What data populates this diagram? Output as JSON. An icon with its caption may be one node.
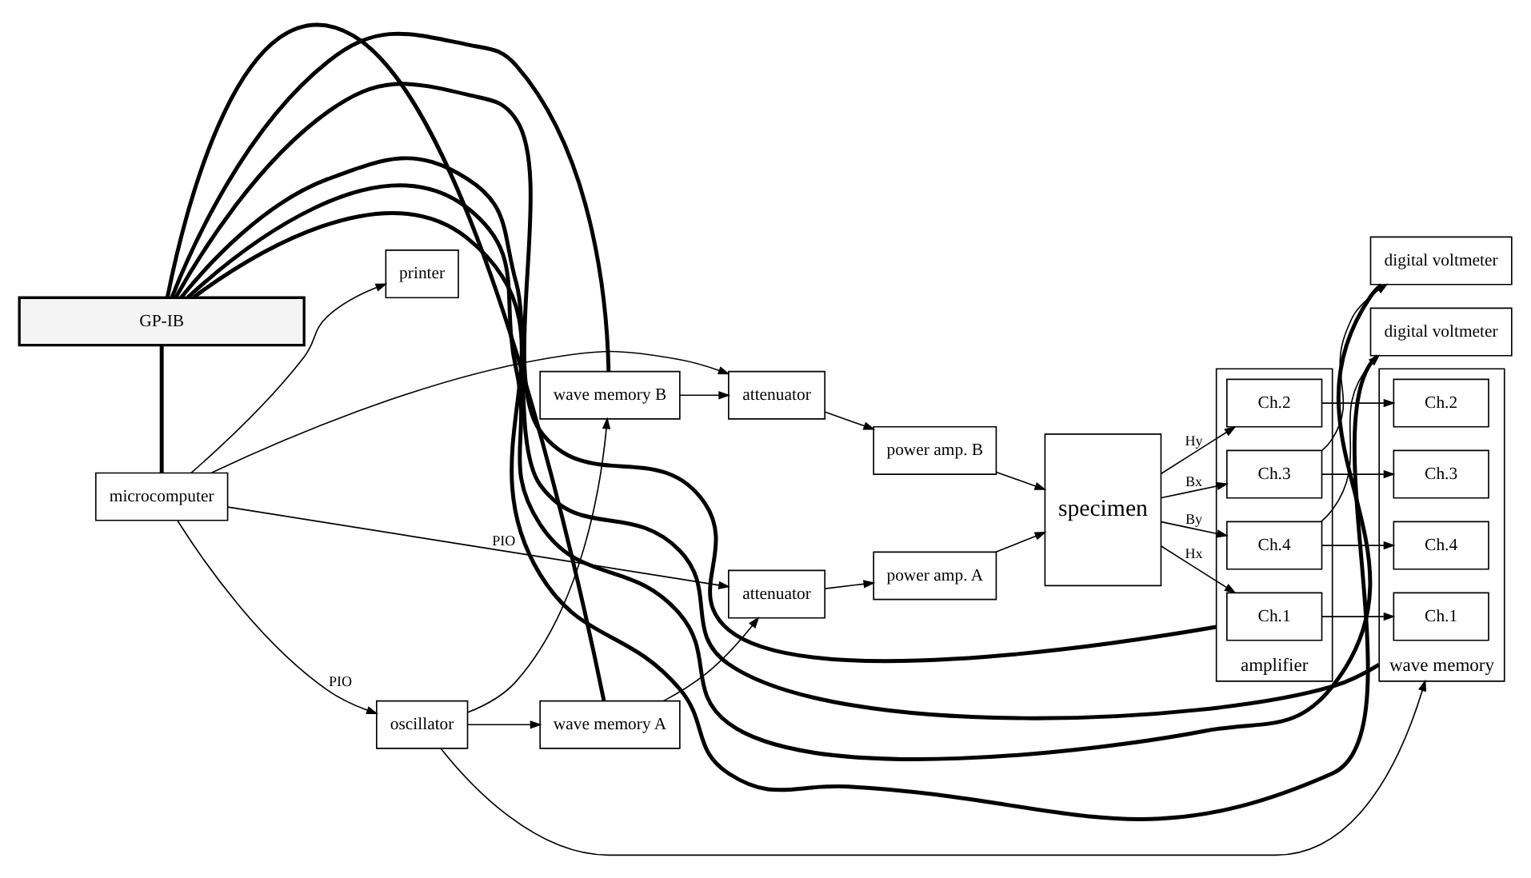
{
  "diagram": {
    "nodes": [
      {
        "text": [
          "wave memory A"
        ]
      },
      {
        "text": [
          "wave memory B"
        ]
      },
      {
        "text": [
          "attenuator"
        ]
      },
      {
        "text": [
          "attenuator"
        ]
      },
      {
        "text": [
          "power amp. A"
        ]
      },
      {
        "text": [
          "power amp. B"
        ]
      },
      {
        "text": [
          "specimen"
        ]
      },
      {
        "text": [
          "amplifier"
        ]
      },
      {
        "text": [
          "Ch.1"
        ],
        "in": 7
      },
      {
        "text": [
          "Ch.2"
        ],
        "in": 7
      },
      {
        "text": [
          "Ch.3"
        ],
        "in": 7
      },
      {
        "text": [
          "Ch.4"
        ],
        "in": 7
      },
      {
        "text": [
          "wave memory"
        ]
      },
      {
        "text": [
          "Ch.1"
        ],
        "in": 12
      },
      {
        "text": [
          "Ch.2"
        ],
        "in": 12
      },
      {
        "text": [
          "Ch.3"
        ],
        "in": 12
      },
      {
        "text": [
          "Ch.4"
        ],
        "in": 12
      },
      {
        "text": [
          "digital voltmeter"
        ]
      },
      {
        "text": [
          "digital voltmeter"
        ]
      },
      {
        "text": [
          "GP-IB"
        ]
      },
      {
        "text": [
          "microcomputer"
        ]
      },
      {
        "text": [
          "printer"
        ]
      },
      {
        "text": [
          "oscillator"
        ]
      }
    ],
    "edges": [
      {
        "from": 0,
        "to": 2,
        "arrow": "to"
      },
      {
        "from": 1,
        "to": 3,
        "arrow": "to"
      },
      {
        "from": 2,
        "to": 4,
        "arrow": "to"
      },
      {
        "from": 3,
        "to": 5,
        "arrow": "to"
      },
      {
        "from": 4,
        "to": 6,
        "arrow": "to"
      },
      {
        "from": 5,
        "to": 6,
        "arrow": "to"
      },
      {
        "from": 6,
        "to": 8,
        "arrow": "to",
        "label": "Hx"
      },
      {
        "from": 6,
        "to": 9,
        "arrow": "to",
        "label": "Hy"
      },
      {
        "from": 6,
        "to": 10,
        "arrow": "to",
        "label": "Bx"
      },
      {
        "from": 6,
        "to": 11,
        "arrow": "to",
        "label": "By"
      },
      {
        "from": 8,
        "to": 13,
        "arrow": "to"
      },
      {
        "from": 9,
        "to": 14,
        "arrow": "to"
      },
      {
        "from": 10,
        "to": 15,
        "arrow": "to"
      },
      {
        "from": 11,
        "to": 16,
        "arrow": "to"
      },
      {
        "from": 10,
        "to": 17,
        "arrow": "to"
      },
      {
        "from": 11,
        "to": 18,
        "arrow": "to"
      },
      {
        "from": 20,
        "to": 2,
        "arrow": "to",
        "label": "PIO"
      },
      {
        "from": 20,
        "to": 3,
        "arrow": "to"
      },
      {
        "from": 22,
        "to": 0,
        "arrow": "to"
      },
      {
        "from": 22,
        "to": 1,
        "arrow": "to"
      },
      {
        "from": 22,
        "to": 12,
        "arrow": "to"
      },
      {
        "from": 20,
        "to": 22,
        "arrow": "to",
        "label": "PIO"
      },
      {
        "from": 20,
        "to": 21,
        "arrow": "to"
      },
      {
        "from": 0,
        "to": 19,
        "arrow": "none",
        "style": "thick"
      },
      {
        "from": 1,
        "to": 19,
        "arrow": "none",
        "style": "thick"
      },
      {
        "from": 17,
        "to": 19,
        "arrow": "none",
        "style": "thick"
      },
      {
        "from": 18,
        "to": 19,
        "arrow": "none",
        "style": "thick"
      },
      {
        "from": 7,
        "to": 19,
        "arrow": "none",
        "style": "thick"
      },
      {
        "from": 12,
        "to": 19,
        "arrow": "none",
        "style": "thick"
      },
      {
        "from": 20,
        "to": 19,
        "arrow": "none",
        "style": "thick"
      }
    ]
  }
}
